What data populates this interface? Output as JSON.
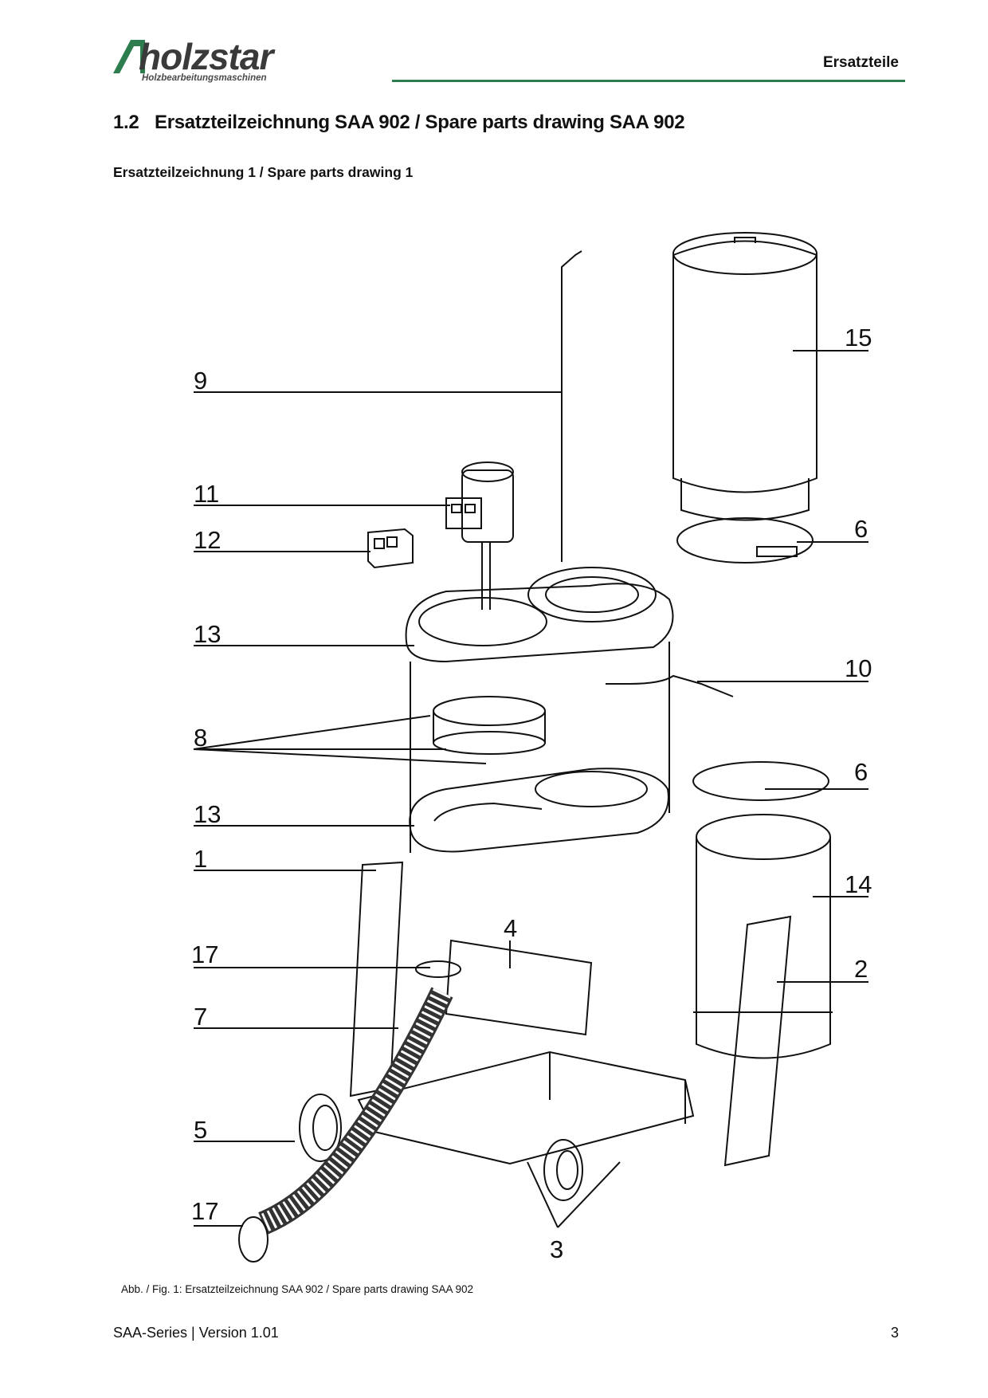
{
  "header": {
    "logo_text": "holzstar",
    "logo_tagline": "Holzbearbeitungsmaschinen",
    "section": "Ersatzteile",
    "accent_color": "#2e7d4f"
  },
  "title": {
    "number": "1.2",
    "text": "Ersatzteilzeichnung SAA 902 / Spare parts drawing SAA 902"
  },
  "subtitle": "Ersatzteilzeichnung 1 / Spare parts drawing 1",
  "callouts": {
    "p1": "1",
    "p2": "2",
    "p3": "3",
    "p4": "4",
    "p5": "5",
    "p6a": "6",
    "p6b": "6",
    "p7": "7",
    "p8": "8",
    "p9": "9",
    "p10": "10",
    "p11": "11",
    "p12": "12",
    "p13a": "13",
    "p13b": "13",
    "p14": "14",
    "p15": "15",
    "p17a": "17",
    "p17b": "17"
  },
  "caption": "Abb. / Fig. 1: Ersatzteilzeichnung SAA 902 / Spare parts drawing SAA 902",
  "footer": {
    "left": "SAA-Series | Version 1.01",
    "page": "3"
  }
}
